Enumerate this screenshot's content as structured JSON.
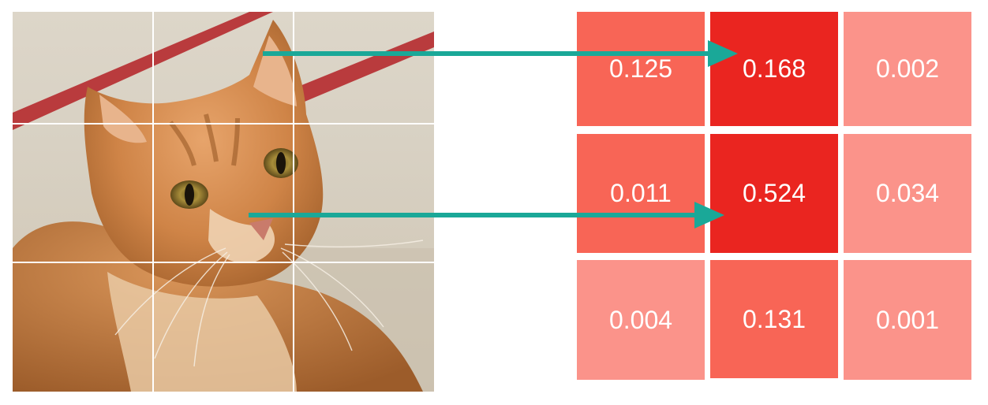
{
  "image": {
    "subject": "orange-tabby-cat-photo",
    "grid": {
      "rows": 3,
      "cols": 3
    }
  },
  "attention_map": {
    "rows": [
      [
        {
          "value": "0.125",
          "color": "#f86556"
        },
        {
          "value": "0.168",
          "color": "#ea2520"
        },
        {
          "value": "0.002",
          "color": "#fb938a"
        }
      ],
      [
        {
          "value": "0.011",
          "color": "#f86556"
        },
        {
          "value": "0.524",
          "color": "#ea2520"
        },
        {
          "value": "0.034",
          "color": "#fb938a"
        }
      ],
      [
        {
          "value": "0.004",
          "color": "#fb938a"
        },
        {
          "value": "0.131",
          "color": "#f86556"
        },
        {
          "value": "0.001",
          "color": "#fb938a"
        }
      ]
    ]
  },
  "arrows": {
    "color": "#1aa898",
    "links": [
      {
        "from_patch": [
          0,
          1
        ],
        "to_cell": [
          0,
          1
        ]
      },
      {
        "from_patch": [
          1,
          1
        ],
        "to_cell": [
          1,
          1
        ]
      }
    ]
  }
}
